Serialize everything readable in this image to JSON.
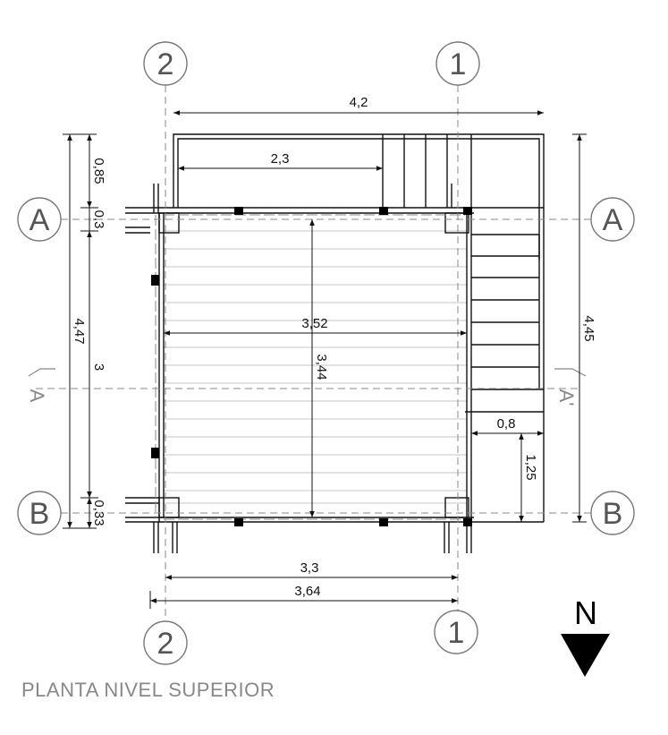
{
  "title": "PLANTA NIVEL SUPERIOR",
  "north_label": "N",
  "axes": {
    "col_2": "2",
    "col_1": "1",
    "row_A": "A",
    "row_B": "B"
  },
  "section": {
    "left": "A",
    "right": "A'"
  },
  "dimensions": {
    "top_width": "4,2",
    "inner_top": "2,3",
    "mid_width": "3,52",
    "mid_height": "3,44",
    "left_top": "0,85",
    "left_a": "0,3",
    "left_total": "4,47",
    "left_mid": "3",
    "left_bottom": "0,33",
    "right_total": "4,45",
    "stair_w": "0,8",
    "stair_h": "1,25",
    "axis_span": "3,3",
    "bottom_total": "3,64"
  },
  "colors": {
    "line": "#111111",
    "axis": "#888888",
    "deck": "#bbbbbb",
    "post": "#000000"
  }
}
